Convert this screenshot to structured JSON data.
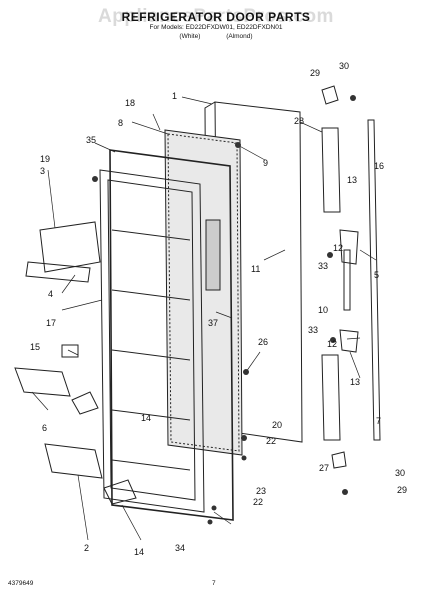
{
  "header": {
    "watermark": "AppliancePartsPros.com",
    "title": "REFRIGERATOR DOOR PARTS",
    "subtitle_line1": "For Models: ED22DFXDW01, ED22DFXDN01",
    "subtitle_white": "(White)",
    "subtitle_almond": "(Almond)"
  },
  "footer": {
    "doc_number": "4379649",
    "page_number": "7"
  },
  "labels": [
    "1",
    "2",
    "3",
    "4",
    "5",
    "6",
    "7",
    "8",
    "9",
    "10",
    "11",
    "12",
    "12",
    "13",
    "13",
    "14",
    "14",
    "15",
    "16",
    "17",
    "18",
    "19",
    "20",
    "22",
    "22",
    "23",
    "26",
    "27",
    "28",
    "29",
    "29",
    "30",
    "30",
    "33",
    "33",
    "34",
    "35",
    "37"
  ]
}
